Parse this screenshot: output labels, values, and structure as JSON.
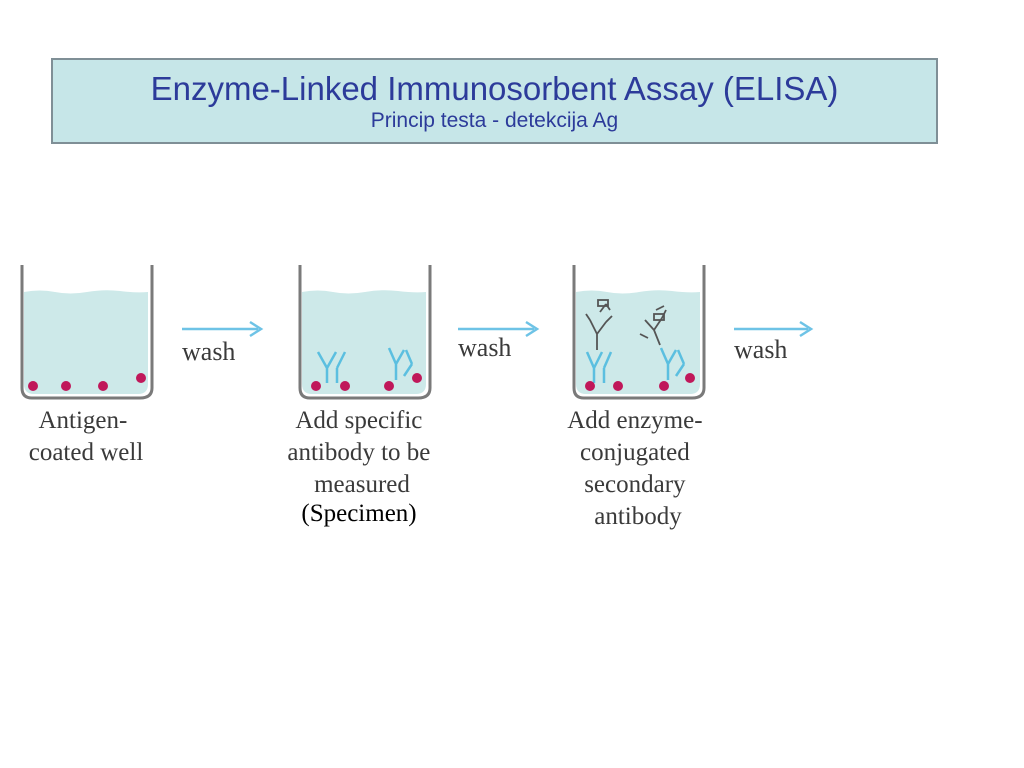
{
  "header": {
    "title": "Enzyme-Linked Immunosorbent Assay (ELISA)",
    "subtitle": "Princip testa - detekcija Ag"
  },
  "colors": {
    "header_bg": "#c6e6e8",
    "header_text": "#2c3b9a",
    "liquid": "#cde9e9",
    "antigen": "#c0185a",
    "antibody": "#5bbfe0",
    "arrow": "#6ec3e6"
  },
  "steps": [
    {
      "caption": [
        "Antigen-",
        "coated well"
      ]
    },
    {
      "caption": [
        "Add specific",
        "antibody to be",
        "measured"
      ],
      "note": "(Specimen)"
    },
    {
      "caption": [
        "Add enzyme-",
        "conjugated",
        "secondary",
        "antibody"
      ]
    }
  ],
  "arrows": [
    {
      "label": "wash"
    },
    {
      "label": "wash"
    },
    {
      "label": "wash"
    }
  ]
}
